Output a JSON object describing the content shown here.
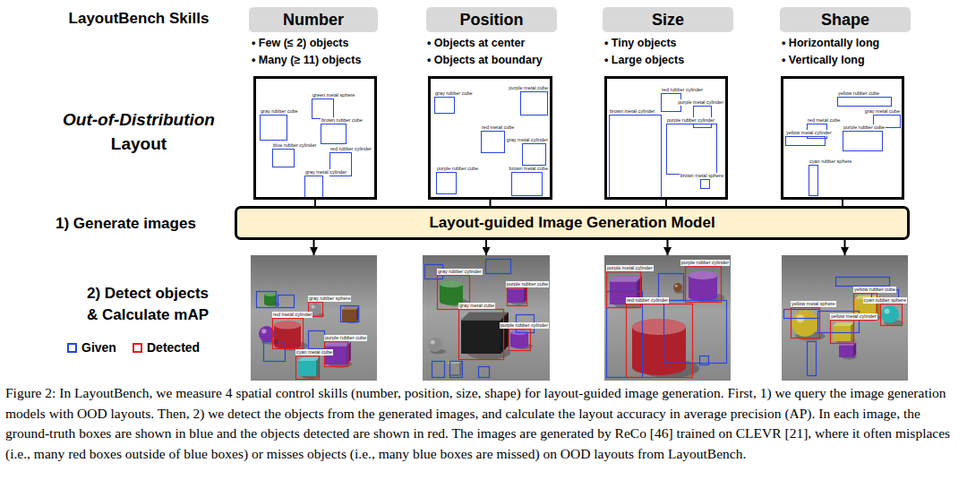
{
  "diagram": {
    "caption": "Figure 2: In LayoutBench, we measure 4 spatial control skills (number, position, size, shape) for layout-guided image generation. First, 1) we query the image generation models with OOD layouts. Then, 2) we detect the objects from the generated images, and calculate the layout accuracy in average precision (AP). In each image, the ground-truth boxes are shown in blue and the objects detected are shown in red. The images are generated by ReCo [46] trained on CLEVR [21], where it often misplaces (i.e., many red boxes outside of blue boxes) or misses objects (i.e., many blue boxes are missed) on OOD layouts from LayoutBench.",
    "nodes": [
      {
        "text": [
          "Number"
        ]
      },
      {
        "text": [
          "Position"
        ]
      },
      {
        "text": [
          "Size"
        ]
      },
      {
        "text": [
          "Shape"
        ]
      },
      {
        "text": [
          "gray rubber cube",
          "green metal sphere",
          "brown rubber cube",
          "blue rubber cylinder",
          "red rubber cylinder",
          "gray metal cylinder"
        ]
      },
      {
        "text": [
          "gray rubber cube",
          "purple metal cube",
          "red metal cube",
          "gray metal cylinder",
          "purple rubber cube",
          "brown metal cube"
        ]
      },
      {
        "text": [
          "brown metal cylinder",
          "red rubber cylinder",
          "purple metal cylinder",
          "purple rubber cylinder",
          "brown metal sphere"
        ]
      },
      {
        "text": [
          "yellow rubber cube",
          "gray metal cube",
          "red metal cube",
          "yellow metal cylinder",
          "purple rubber cube",
          "cyan rubber sphere"
        ]
      },
      {
        "text": [
          "Layout-guided Image Generation Model"
        ]
      },
      {
        "text": [
          "purple rubber cube",
          "red metal cylinder",
          "cyan metal cube",
          "gray rubber sphere"
        ]
      },
      {
        "text": [
          "gray rubber cylinder",
          "gray metal cube",
          "purple rubber cube",
          "purple rubber cylinder"
        ]
      },
      {
        "text": [
          "purple metal cylinder",
          "purple rubber cylinder",
          "red rubber cylinder"
        ]
      },
      {
        "text": [
          "yellow rubber cube",
          "cyan rubber sphere",
          "yellow metal sphere",
          "yellow metal cylinder"
        ]
      }
    ],
    "edges": [
      {
        "from": 4,
        "to": 8,
        "arrow": "none"
      },
      {
        "from": 5,
        "to": 8,
        "arrow": "none"
      },
      {
        "from": 6,
        "to": 8,
        "arrow": "none"
      },
      {
        "from": 7,
        "to": 8,
        "arrow": "none"
      },
      {
        "from": 8,
        "to": 9,
        "arrow": "to"
      },
      {
        "from": 8,
        "to": 10,
        "arrow": "to"
      },
      {
        "from": 8,
        "to": 11,
        "arrow": "to"
      },
      {
        "from": 8,
        "to": 12,
        "arrow": "to"
      }
    ],
    "labels": [
      "LayoutBench Skills",
      "• Few (≤ 2) objects",
      "• Many (≥ 11) objects",
      "• Objects at center",
      "• Objects at boundary",
      "• Tiny objects",
      "• Large objects",
      "• Horizontally long",
      "• Vertically long",
      "Out-of-Distribution",
      "Layout",
      "1) Generate images",
      "2) Detect objects",
      "& Calculate mAP"
    ],
    "legend": [
      {
        "text": "Given",
        "color": "#2a45d8"
      },
      {
        "text": "Detected",
        "color": "#e0201e"
      }
    ]
  }
}
